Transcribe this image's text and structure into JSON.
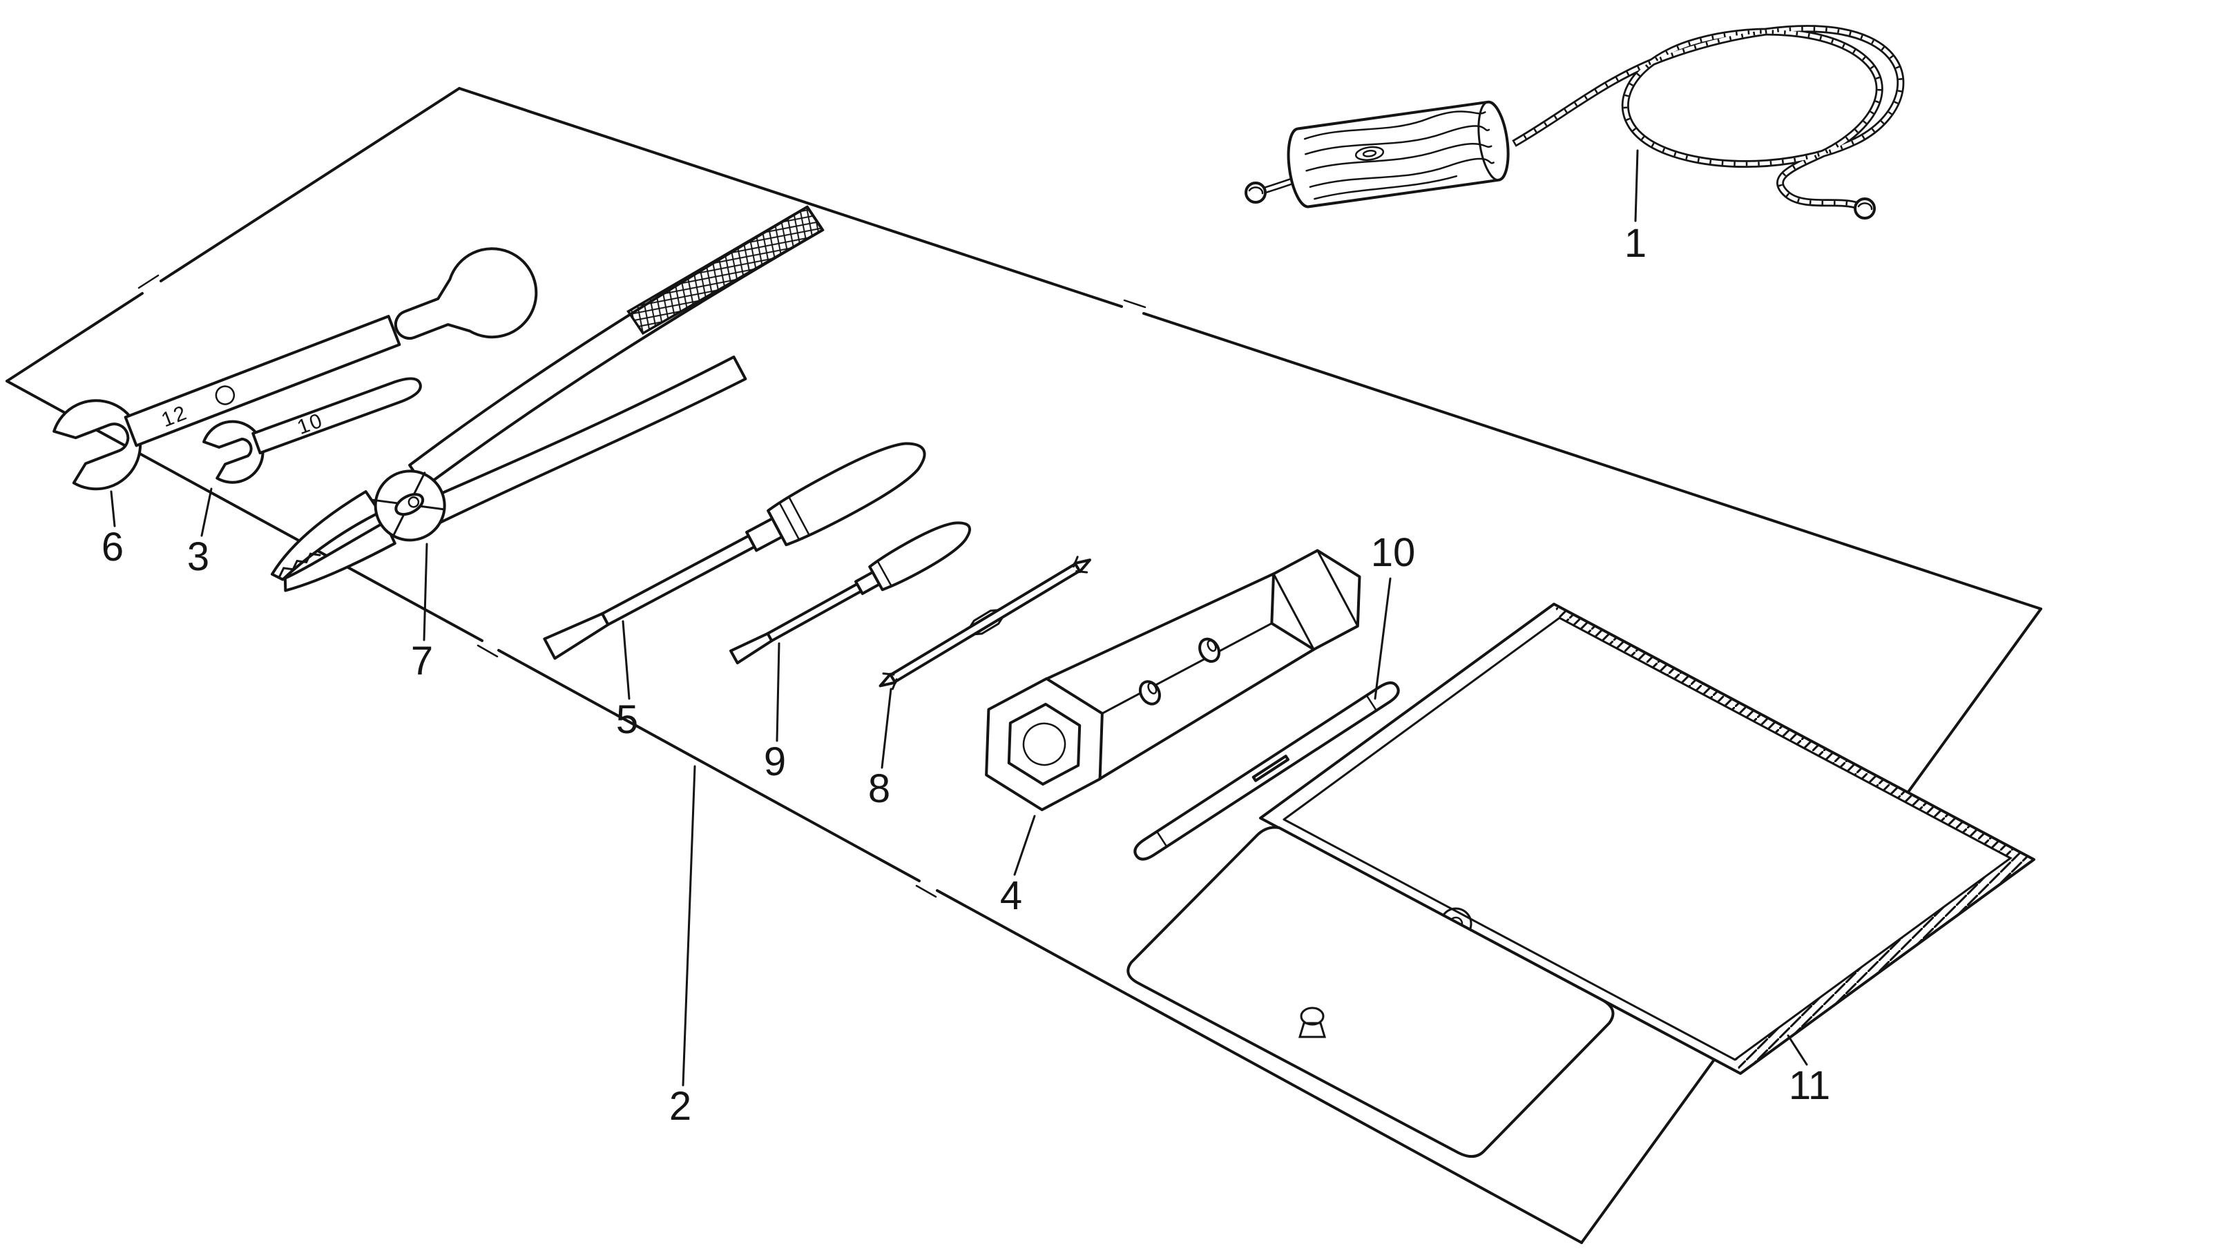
{
  "colors": {
    "background": "#ffffff",
    "ink": "#141414"
  },
  "parts": [
    {
      "label": "1"
    },
    {
      "label": "2"
    },
    {
      "label": "3"
    },
    {
      "label": "4"
    },
    {
      "label": "5"
    },
    {
      "label": "6"
    },
    {
      "label": "7"
    },
    {
      "label": "8"
    },
    {
      "label": "9"
    },
    {
      "label": "10"
    },
    {
      "label": "11"
    }
  ],
  "stamps": {
    "wrench_large": "12",
    "wrench_small": "10"
  }
}
